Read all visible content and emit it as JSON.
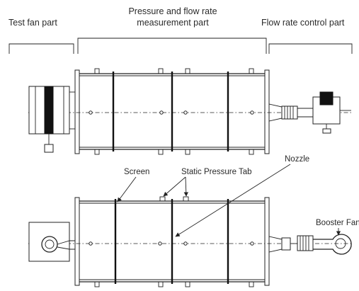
{
  "headers": {
    "test_fan": "Test fan part",
    "measurement_line1": "Pressure and flow rate",
    "measurement_line2": "measurement part",
    "flow_control": "Flow rate control part"
  },
  "labels": {
    "screen": "Screen",
    "static_pressure_tab": "Static Pressure Tab",
    "nozzle": "Nozzle",
    "booster_fan": "Booster Fan"
  },
  "colors": {
    "ink": "#222222",
    "paper": "#ffffff"
  }
}
